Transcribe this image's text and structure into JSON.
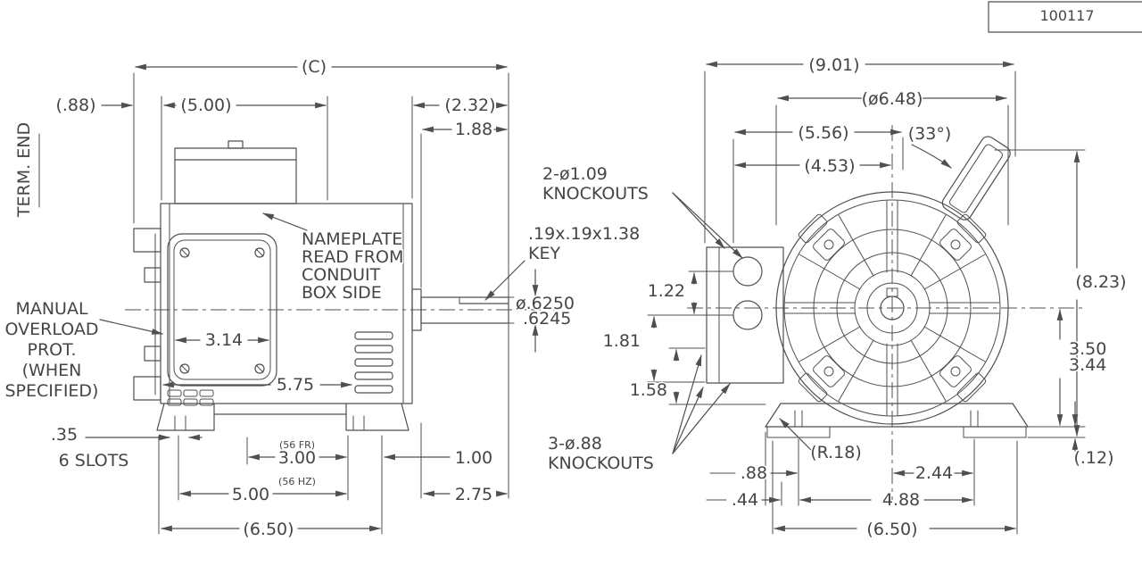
{
  "title_block": {
    "drawing_number": "100117"
  },
  "left_view": {
    "term_end": "TERM. END",
    "overload": [
      "MANUAL",
      "OVERLOAD",
      "PROT.",
      "(WHEN",
      "SPECIFIED)"
    ],
    "nameplate": [
      "NAMEPLATE",
      "READ FROM",
      "CONDUIT",
      "BOX SIDE"
    ],
    "key_note": [
      ".19x.19x1.38",
      "KEY"
    ],
    "shaft_dia": [
      "ø.6250",
      ".6245"
    ],
    "slots_note": [
      ".35",
      "6 SLOTS"
    ],
    "frame_notes": {
      "fr": "(56 FR)",
      "hz": "(56 HZ)"
    },
    "dims": {
      "c": "(C)",
      "overhang": "(.88)",
      "five_top": "(5.00)",
      "shaft_ext": "(2.32)",
      "shaft_len": "1.88",
      "cover": "3.14",
      "body": "5.75",
      "foot3": "3.00",
      "foot5": "5.00",
      "one": "1.00",
      "two75": "2.75",
      "base": "(6.50)"
    }
  },
  "right_view": {
    "knockouts_top": [
      "2-ø1.09",
      "KNOCKOUTS"
    ],
    "knockouts_bottom": [
      "3-ø.88",
      "KNOCKOUTS"
    ],
    "dims": {
      "overall": "(9.01)",
      "dia": "(ø6.48)",
      "w556": "(5.56)",
      "angle": "(33°)",
      "w453": "(4.53)",
      "k122": "1.22",
      "k181": "1.81",
      "k158": "1.58",
      "h823": "(8.23)",
      "h350": "3.50",
      "h344": "3.44",
      "pad": "(.12)",
      "r18": "(R.18)",
      "e88": ".88",
      "f244": "2.44",
      "e44": ".44",
      "f488": "4.88",
      "base": "(6.50)"
    }
  }
}
